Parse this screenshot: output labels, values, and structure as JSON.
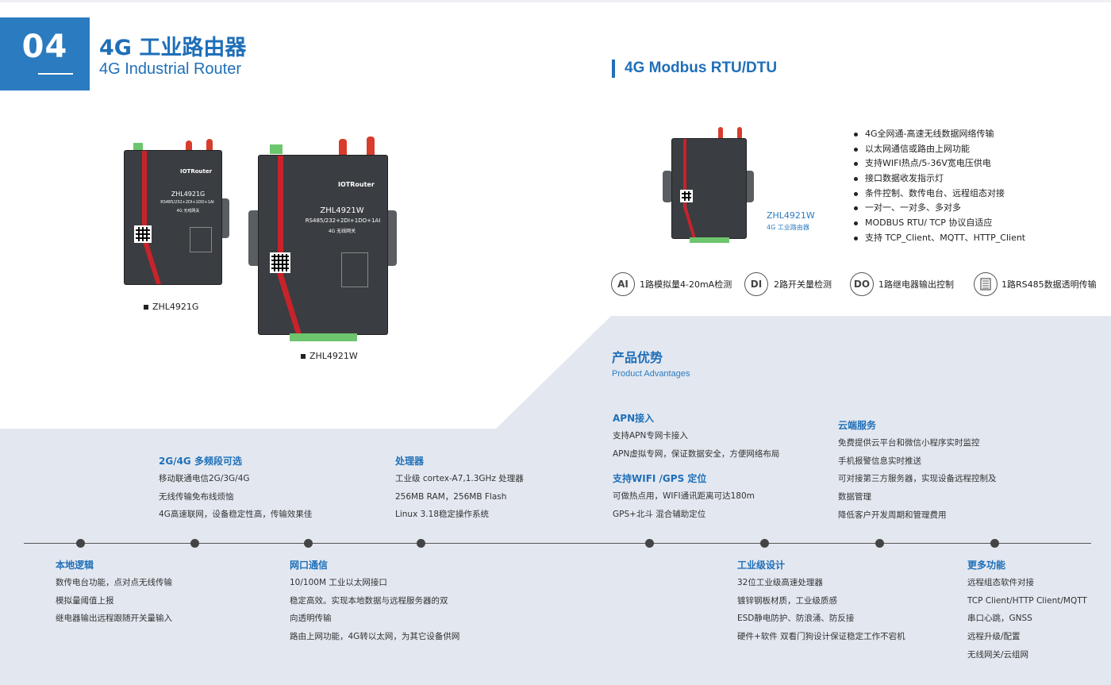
{
  "header": {
    "number": "04",
    "title_cn": "4G 工业路由器",
    "title_en": "4G Industrial Router"
  },
  "section_title": "4G Modbus RTU/DTU",
  "devices": {
    "g_label": "ZHL4921G",
    "w_label": "ZHL4921W",
    "brand": "IOTRouter",
    "g_model": "ZHL4921G",
    "g_spec": "RS485/232+2DI+1DO+1AI",
    "g_sub": "4G 无线网关",
    "w_model": "ZHL4921W",
    "w_spec": "RS485/232+2DI+1DO+1AI",
    "w_sub": "4G 无线网关"
  },
  "mini_device": {
    "model": "ZHL4921W",
    "sub": "4G 工业路由器"
  },
  "features": [
    "4G全网通-高速无线数据网络传输",
    "以太网通信或路由上网功能",
    "支持WIFI热点/5-36V宽电压供电",
    "接口数据收发指示灯",
    "条件控制、数传电台、远程组态对接",
    "一对一、一对多、多对多",
    "MODBUS RTU/ TCP 协议自适应",
    "支持 TCP_Client、MQTT、HTTP_Client"
  ],
  "io": [
    {
      "icon": "AI",
      "text": "1路模拟量4-20mA检测"
    },
    {
      "icon": "DI",
      "text": "2路开关量检测"
    },
    {
      "icon": "DO",
      "text": "1路继电器输出控制"
    },
    {
      "icon": "RS485",
      "text": "1路RS485数据透明传输"
    }
  ],
  "advantages": {
    "title_cn": "产品优势",
    "title_en": "Product  Advantages"
  },
  "blocks": {
    "apn": {
      "title": "APN接入",
      "lines": [
        "支持APN专网卡接入",
        "APN虚拟专网，保证数据安全，方便网络布局"
      ]
    },
    "wifi": {
      "title": "支持WIFI /GPS 定位",
      "lines": [
        "可做热点用，WIFI通讯距离可达180m",
        "GPS+北斗 混合辅助定位"
      ]
    },
    "cloud": {
      "title": "云端服务",
      "lines": [
        "免费提供云平台和微信小程序实时监控",
        "手机报警信息实时推送",
        "可对接第三方服务器，实现设备远程控制及",
        "数据管理",
        "降低客户开发周期和管理费用"
      ]
    },
    "band": {
      "title": "2G/4G 多频段可选",
      "lines": [
        "移动联通电信2G/3G/4G",
        "无线传输免布线烦恼",
        "4G高速联网，设备稳定性高，传输效果佳"
      ]
    },
    "cpu": {
      "title": "处理器",
      "lines": [
        "工业级 cortex-A7,1.3GHz 处理器",
        "256MB RAM，256MB Flash",
        "Linux 3.18稳定操作系统"
      ]
    },
    "local": {
      "title": "本地逻辑",
      "lines": [
        "数传电台功能，点对点无线传输",
        "模拟量阈值上报",
        "继电器输出远程跟随开关量输入"
      ]
    },
    "net": {
      "title": "网口通信",
      "lines": [
        "10/100M 工业以太网接口",
        "稳定高效。实现本地数据与远程服务器的双",
        "向透明传输",
        "路由上网功能，4G转以太网，为其它设备供网"
      ]
    },
    "industrial": {
      "title": "工业级设计",
      "lines": [
        "32位工业级高速处理器",
        "镀锌钢板材质，工业级质感",
        "ESD静电防护、防浪涌、防反接",
        "硬件+软件 双看门狗设计保证稳定工作不宕机"
      ]
    },
    "more": {
      "title": "更多功能",
      "lines": [
        "远程组态软件对接",
        "TCP Client/HTTP Client/MQTT",
        "串口心跳，GNSS",
        "远程升级/配置",
        "无线网关/云组网"
      ]
    }
  },
  "colors": {
    "accent": "#2b7bc0",
    "panel_bg": "#e3e8f0"
  }
}
